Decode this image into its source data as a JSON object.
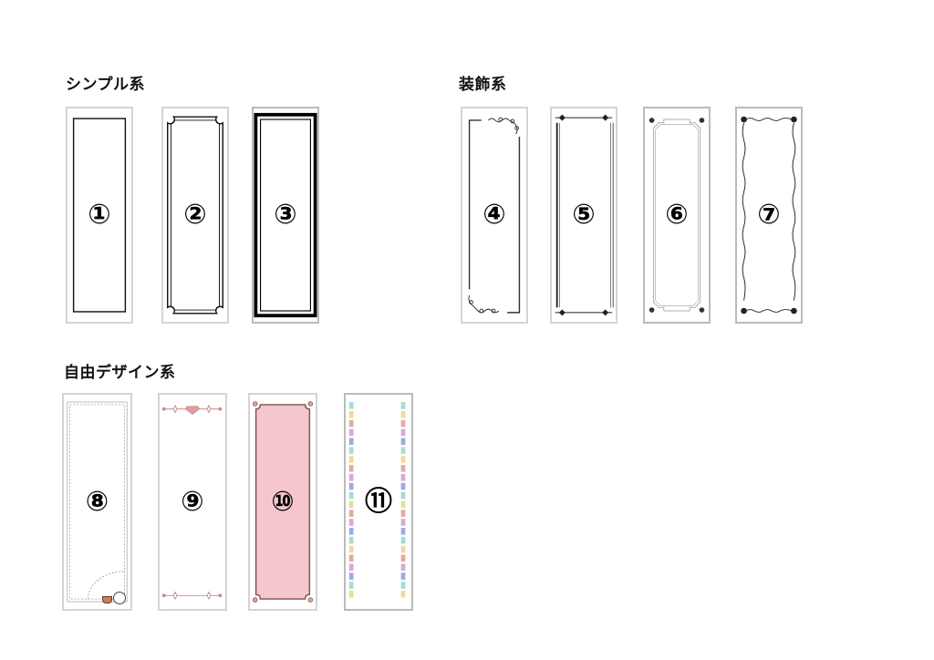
{
  "sections": [
    {
      "title": "シンプル系"
    },
    {
      "title": "装飾系"
    },
    {
      "title": "自由デザイン系"
    }
  ],
  "frames": [
    {
      "label": "①"
    },
    {
      "label": "②"
    },
    {
      "label": "③"
    },
    {
      "label": "④"
    },
    {
      "label": "⑤"
    },
    {
      "label": "⑥"
    },
    {
      "label": "⑦"
    },
    {
      "label": "⑧"
    },
    {
      "label": "⑨"
    },
    {
      "label": "⑩"
    },
    {
      "label": "⑪"
    }
  ],
  "colors": {
    "pink_fill": "#f6c6cf",
    "brown_border": "#7a5548",
    "rose_ornament": "#c98b8b"
  }
}
